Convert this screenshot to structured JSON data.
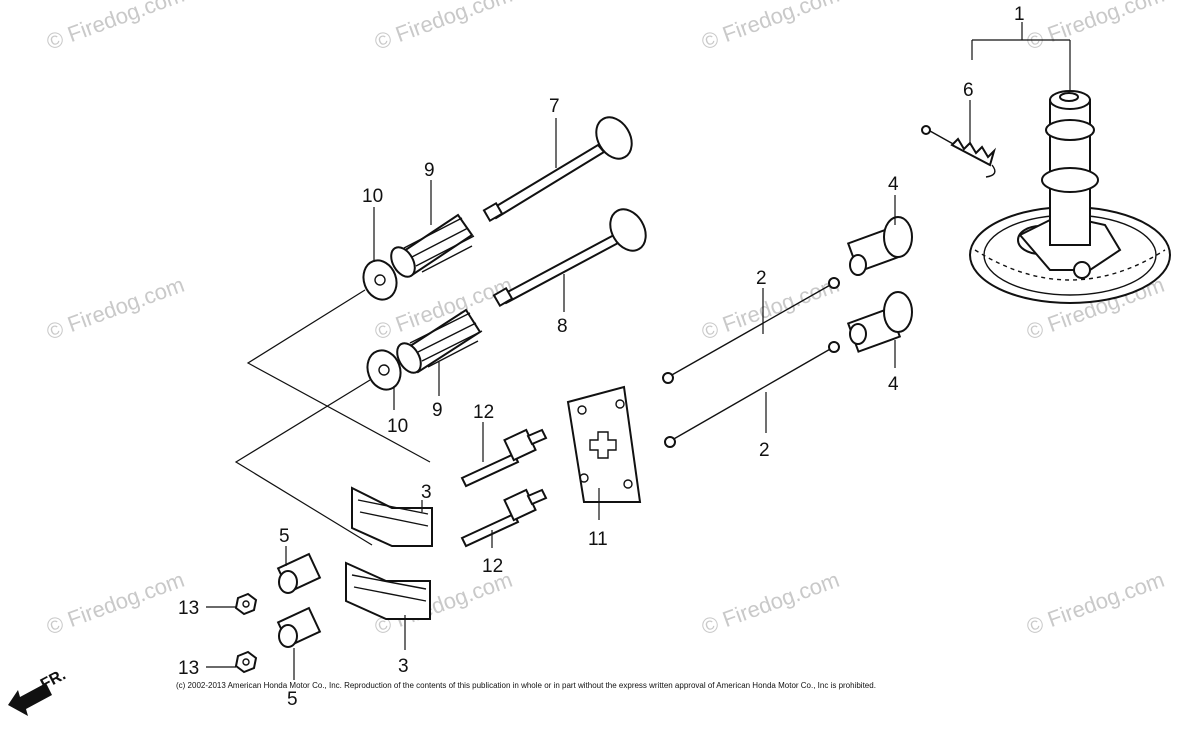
{
  "watermark": "© Firedog.com",
  "copyright": "(c) 2002-2013 American Honda Motor Co., Inc. Reproduction of the contents of this publication in whole or in part without the express written approval of American Honda Motor Co., Inc is prohibited.",
  "direction_label": "FR.",
  "callouts": {
    "c1": "1",
    "c2a": "2",
    "c2b": "2",
    "c3a": "3",
    "c3b": "3",
    "c4a": "4",
    "c4b": "4",
    "c5a": "5",
    "c5b": "5",
    "c6": "6",
    "c7": "7",
    "c8": "8",
    "c9a": "9",
    "c9b": "9",
    "c10a": "10",
    "c10b": "10",
    "c11": "11",
    "c12a": "12",
    "c12b": "12",
    "c13a": "13",
    "c13b": "13"
  }
}
